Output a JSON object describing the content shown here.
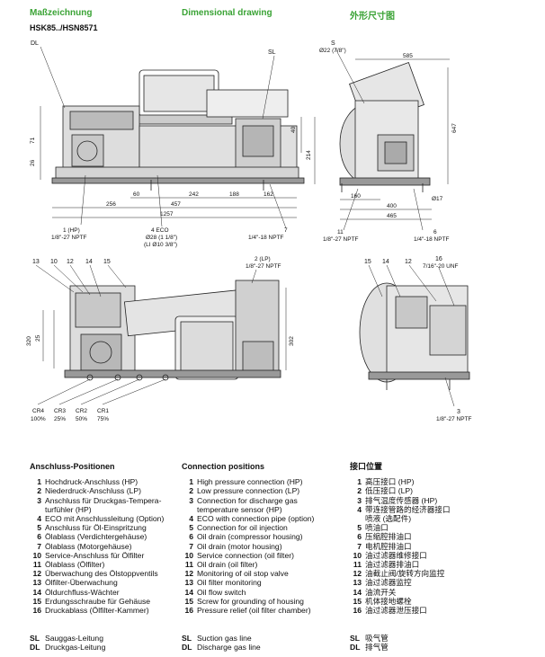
{
  "headers": {
    "de": "Maßzeichnung",
    "en": "Dimensional drawing",
    "cn": "外形尺寸图"
  },
  "model": "HSK85../HSN8571",
  "drawing": {
    "view1": {
      "callouts": [
        "DL",
        "SL",
        "1 (HP)",
        "1/8\"-27 NPTF",
        "4 ECO",
        "Ø28 (1 1/8\")",
        "(LI Ø10 3/8\")",
        "7",
        "1/4\"-18 NPTF"
      ],
      "dims": [
        "71",
        "26",
        "40",
        "214",
        "60",
        "242",
        "188",
        "162",
        "256",
        "457",
        "1257"
      ]
    },
    "view2": {
      "callouts": [
        "S",
        "Ø22 (7/8\")",
        "11",
        "1/8\"-27 NPTF",
        "6",
        "1/4\"-18 NPTF",
        "Ø17"
      ],
      "dims": [
        "585",
        "647",
        "160",
        "400",
        "465"
      ]
    },
    "view3": {
      "callouts": [
        "13",
        "10",
        "12",
        "14",
        "15",
        "2 (LP)",
        "1/8\"-27 NPTF",
        "CR4",
        "CR3",
        "CR2",
        "CR1",
        "100%",
        "25%",
        "50%",
        "75%"
      ],
      "dims": [
        "25",
        "320",
        "302"
      ]
    },
    "view4": {
      "callouts": [
        "15",
        "14",
        "12",
        "16",
        "7/16\"-20 UNF",
        "3",
        "1/8\"-27 NPTF"
      ]
    }
  },
  "legend": {
    "de": {
      "title": "Anschluss-Positionen",
      "items": [
        {
          "n": "1",
          "t": "Hochdruck-Anschluss (HP)"
        },
        {
          "n": "2",
          "t": "Niederdruck-Anschluss (LP)"
        },
        {
          "n": "3",
          "t": "Anschluss für Druckgas-Tempera-"
        },
        {
          "n": "",
          "t": "turfühler (HP)"
        },
        {
          "n": "4",
          "t": "ECO mit Anschlussleitung (Option)"
        },
        {
          "n": "5",
          "t": "Anschluss für Öl-Einspritzung"
        },
        {
          "n": "6",
          "t": "Ölablass (Verdichtergehäuse)"
        },
        {
          "n": "7",
          "t": "Ölablass (Motorgehäuse)"
        },
        {
          "n": "10",
          "t": "Service-Anschluss für Ölfilter"
        },
        {
          "n": "11",
          "t": "Ölablass (Ölfilter)"
        },
        {
          "n": "12",
          "t": "Überwachung des Ölstoppventils"
        },
        {
          "n": "13",
          "t": "Ölfilter-Überwachung"
        },
        {
          "n": "14",
          "t": "Öldurchfluss-Wächter"
        },
        {
          "n": "15",
          "t": "Erdungsschraube für Gehäuse"
        },
        {
          "n": "16",
          "t": "Druckablass (Ölfilter-Kammer)"
        }
      ],
      "gas": [
        {
          "a": "SL",
          "t": "Sauggas-Leitung"
        },
        {
          "a": "DL",
          "t": "Druckgas-Leitung"
        }
      ]
    },
    "en": {
      "title": "Connection positions",
      "items": [
        {
          "n": "1",
          "t": "High pressure connection (HP)"
        },
        {
          "n": "2",
          "t": "Low pressure connection (LP)"
        },
        {
          "n": "3",
          "t": "Connection for discharge gas"
        },
        {
          "n": "",
          "t": "temperature sensor (HP)"
        },
        {
          "n": "4",
          "t": "ECO with connection pipe (option)"
        },
        {
          "n": "5",
          "t": "Connection for oil injection"
        },
        {
          "n": "6",
          "t": "Oil drain (compressor housing)"
        },
        {
          "n": "7",
          "t": "Oil drain (motor housing)"
        },
        {
          "n": "10",
          "t": "Service connection (oil filter)"
        },
        {
          "n": "11",
          "t": "Oil drain (oil filter)"
        },
        {
          "n": "12",
          "t": "Monitoring of oil stop valve"
        },
        {
          "n": "13",
          "t": "Oil filter monitoring"
        },
        {
          "n": "14",
          "t": "Oil flow switch"
        },
        {
          "n": "15",
          "t": "Screw for grounding of housing"
        },
        {
          "n": "16",
          "t": "Pressure relief (oil filter chamber)"
        }
      ],
      "gas": [
        {
          "a": "SL",
          "t": "Suction gas line"
        },
        {
          "a": "DL",
          "t": "Discharge gas line"
        }
      ]
    },
    "cn": {
      "title": "接口位置",
      "items": [
        {
          "n": "1",
          "t": "高压接口 (HP)"
        },
        {
          "n": "2",
          "t": "低压接口 (LP)"
        },
        {
          "n": "3",
          "t": "排气温度传感器 (HP)"
        },
        {
          "n": "4",
          "t": "带连接管路的经济器接口"
        },
        {
          "n": "",
          "t": "喷液 (选配件)"
        },
        {
          "n": "5",
          "t": "喷油口"
        },
        {
          "n": "6",
          "t": "压缩腔排油口"
        },
        {
          "n": "7",
          "t": "电机腔排油口"
        },
        {
          "n": "10",
          "t": "油过滤器维修接口"
        },
        {
          "n": "11",
          "t": "油过滤器排油口"
        },
        {
          "n": "12",
          "t": "油截止阀/旋转方向监控"
        },
        {
          "n": "13",
          "t": "油过滤器监控"
        },
        {
          "n": "14",
          "t": "油流开关"
        },
        {
          "n": "15",
          "t": "机体接地螺栓"
        },
        {
          "n": "16",
          "t": "油过滤器泄压接口"
        }
      ],
      "gas": [
        {
          "a": "SL",
          "t": "吸气管"
        },
        {
          "a": "DL",
          "t": "排气管"
        }
      ]
    }
  }
}
